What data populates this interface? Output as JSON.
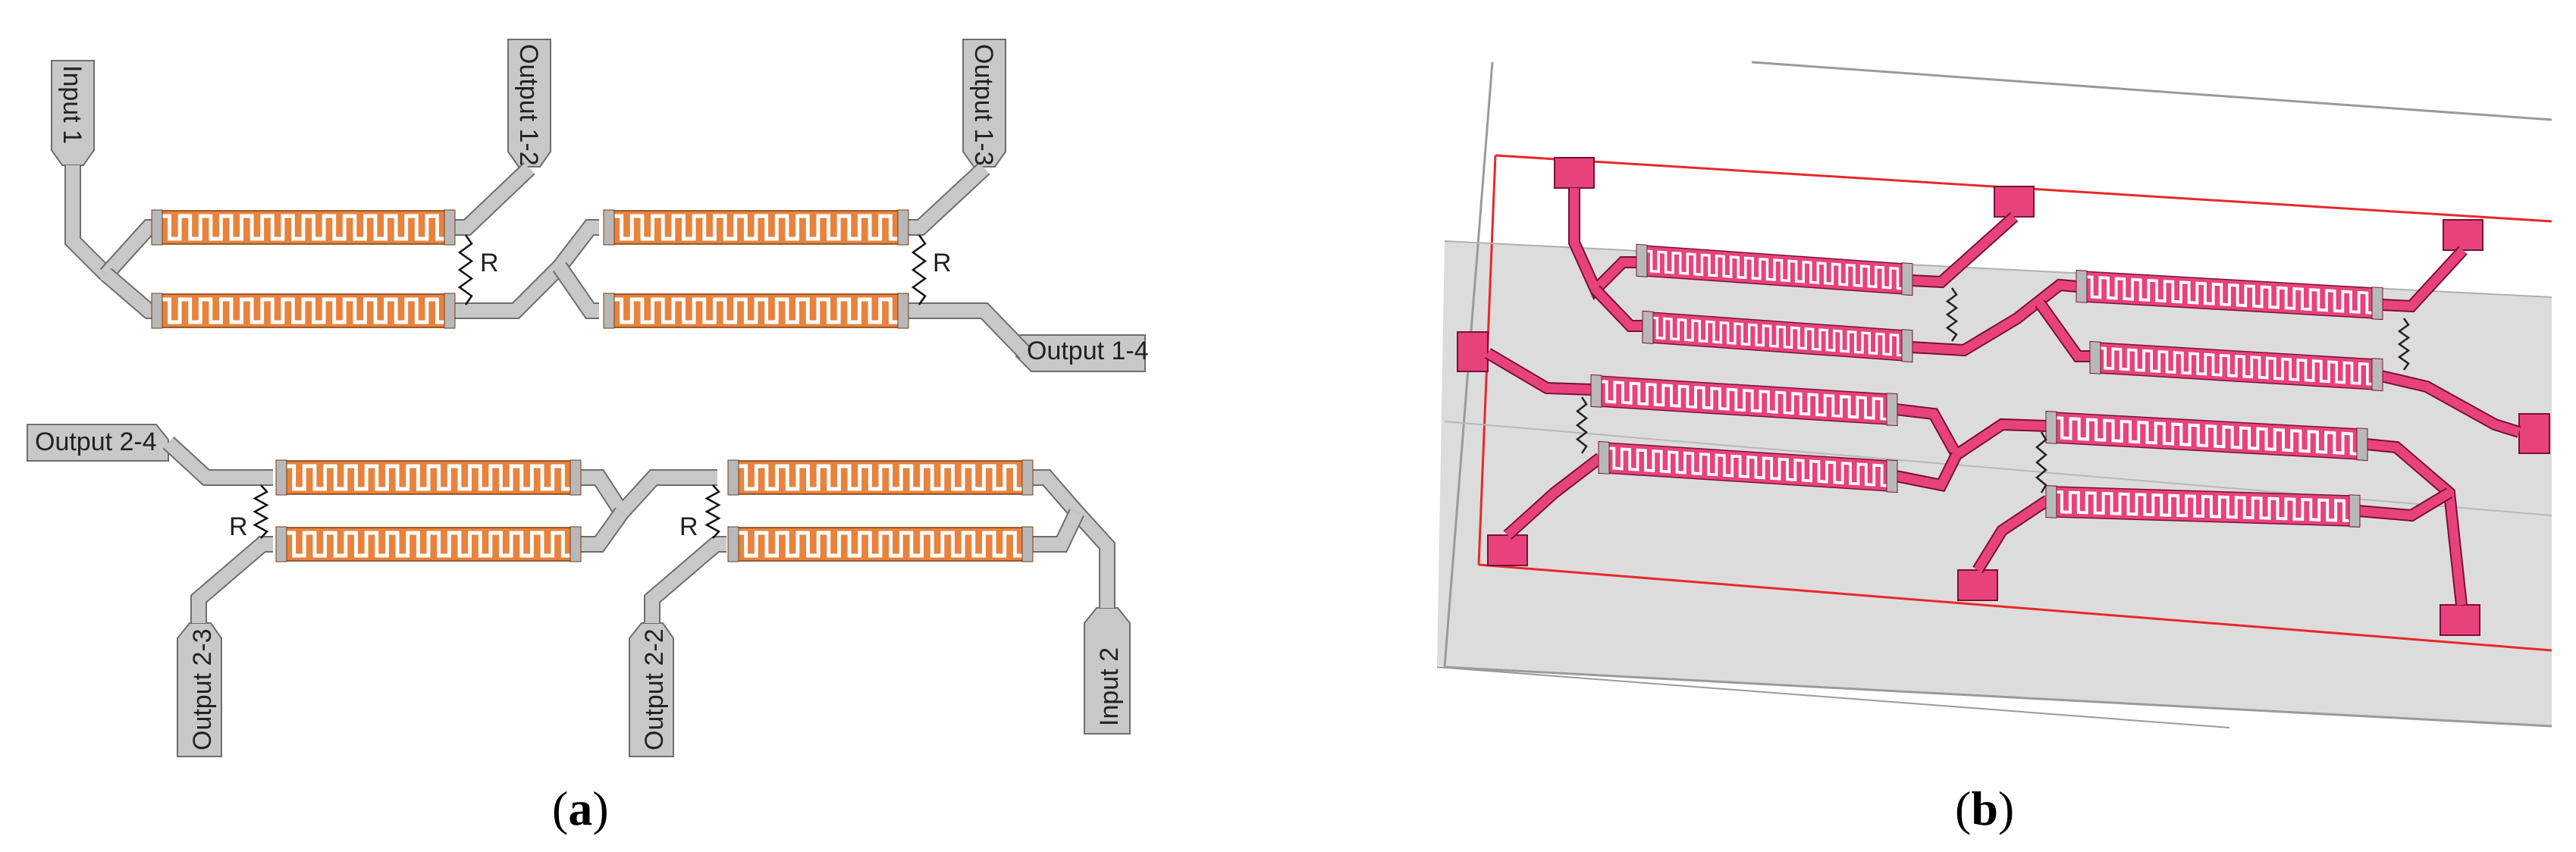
{
  "panel_a": {
    "ports": {
      "input_1": "Input 1",
      "output_1_2": "Output 1-2",
      "output_1_3": "Output 1-3",
      "output_1_4": "Output 1-4",
      "output_2_4": "Output 2-4",
      "output_2_3": "Output 2-3",
      "output_2_2": "Output 2-2",
      "input_2": "Input 2"
    },
    "resistor_label": "R"
  },
  "captions": {
    "a": {
      "open": "(",
      "letter": "a",
      "close": ")"
    },
    "b": {
      "open": "(",
      "letter": "b",
      "close": ")"
    }
  },
  "colors": {
    "trace": "#c8c8c8",
    "trace_edge": "#6e6e6e",
    "meander": "#e8823c",
    "meander_edge": "#7a3c10",
    "pink_trace": "#e8427c",
    "pink_edge": "#7a1038",
    "substrate": "#dcdcdc",
    "boundary_red": "#e8282a"
  }
}
